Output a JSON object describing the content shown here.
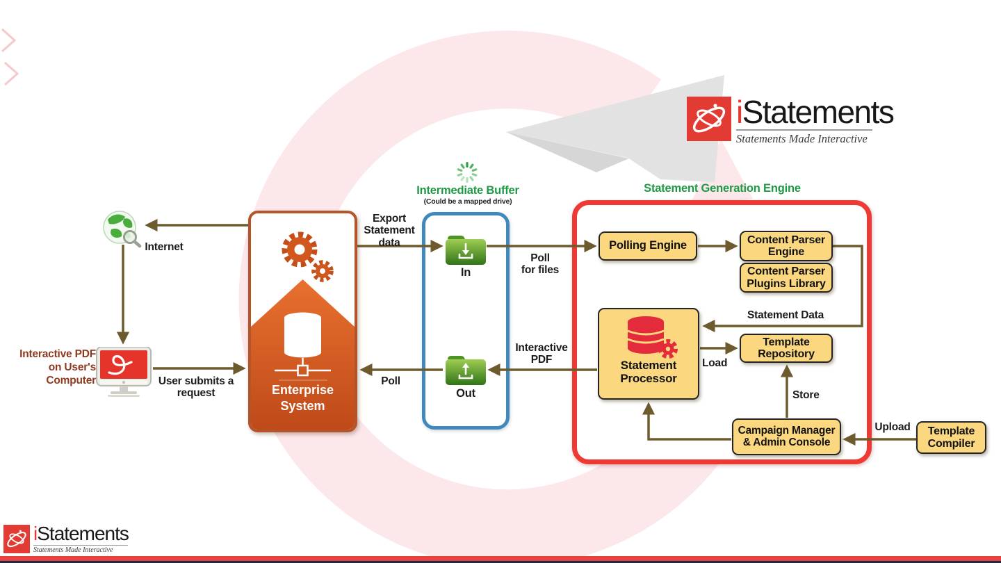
{
  "brand": {
    "name_i": "i",
    "name_rest": "Statements",
    "tagline": "Statements Made Interactive"
  },
  "titles": {
    "buffer": "Intermediate Buffer",
    "buffer_note": "(Could be a mapped drive)",
    "engine": "Statement Generation Engine"
  },
  "nodes": {
    "internet": "Internet",
    "user_pdf": "Interactive PDF on User's Computer",
    "enterprise": "Enterprise System",
    "folder_in": "In",
    "folder_out": "Out",
    "polling": "Polling Engine",
    "content_parser_engine": "Content Parser Engine",
    "content_parser_plugins": "Content Parser Plugins Library",
    "statement_processor": "Statement Processor",
    "template_repository": "Template Repository",
    "campaign_manager": "Campaign Manager & Admin Console",
    "template_compiler": "Template Compiler"
  },
  "flows": {
    "export": "Export Statement data",
    "poll_for_files": {
      "line1": "Poll",
      "line2": "for files"
    },
    "statement_data": "Statement Data",
    "load": "Load",
    "store": "Store",
    "upload": "Upload",
    "interactive_pdf": "Interactive PDF",
    "poll": "Poll",
    "user_submits": "User submits a request"
  },
  "colors": {
    "accent_red": "#ee3a34",
    "buffer_blue": "#4189bd",
    "title_green": "#1d9a43",
    "box_yellow": "#fbd87f",
    "arrow_brown": "#6d5b2d",
    "enterprise_orange": "#d2571f",
    "logo_red": "#e23b33"
  }
}
